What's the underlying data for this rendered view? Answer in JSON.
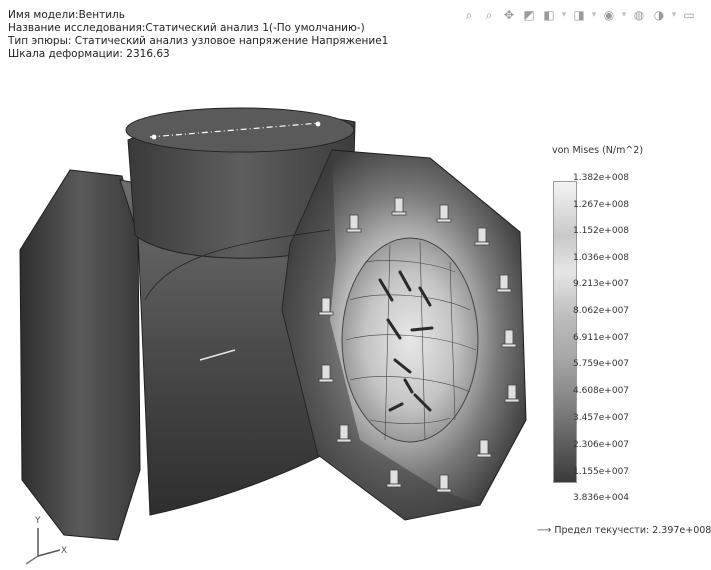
{
  "info": {
    "model_name": "Имя модели:Вентиль",
    "study_name": "Название исследования:Статический анализ 1(-По умолчанию-)",
    "plot_type": "Тип эпюры: Статический анализ узловое напряжение Напряжение1",
    "deformation_scale": "Шкала деформации: 2316.63"
  },
  "toolbar": {
    "icons": [
      "zoom-to-fit-icon",
      "zoom-area-icon",
      "pan-icon",
      "view-orientation-icon",
      "display-style-icon",
      "section-view-icon",
      "appearance-icon",
      "scene-icon",
      "render-icon"
    ]
  },
  "legend": {
    "title": "von Mises (N/m^2)",
    "ticks": [
      "1.382e+008",
      "1.267e+008",
      "1.152e+008",
      "1.036e+008",
      "9.213e+007",
      "8.062e+007",
      "6.911e+007",
      "5.759e+007",
      "4.608e+007",
      "3.457e+007",
      "2.306e+007",
      "1.155e+007",
      "3.836e+004"
    ],
    "yield_label": "Предел текучести: 2.397e+008"
  },
  "triad": {
    "x": "X",
    "y": "Y"
  }
}
